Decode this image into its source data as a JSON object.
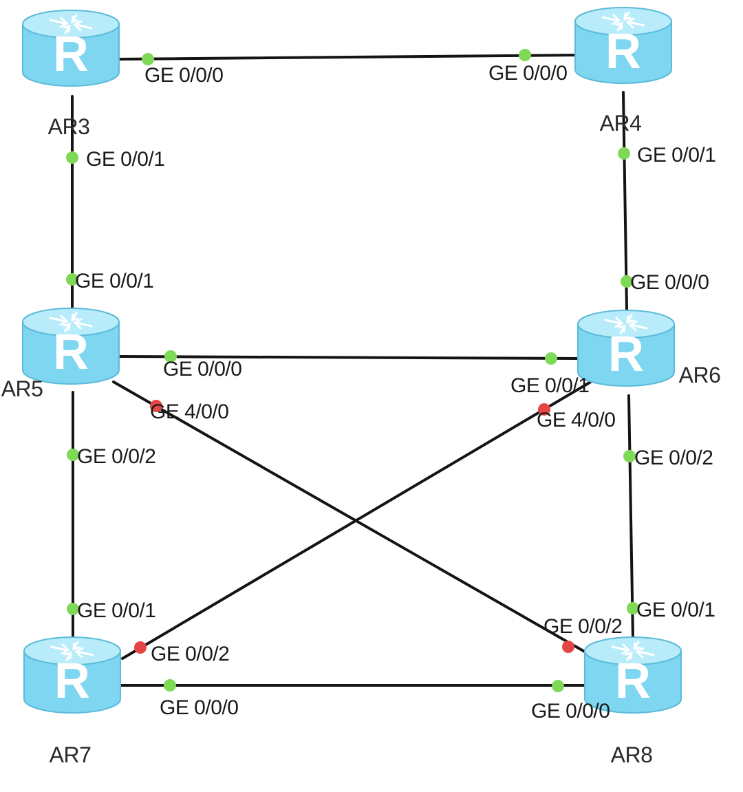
{
  "colors": {
    "link": "#141414",
    "port_up": "#7ed957",
    "port_down": "#e64545",
    "router_body": "#7fd6f0",
    "router_top": "#b9ecfb",
    "router_edge": "#5bbbd9",
    "label_text": "#1a1a1a"
  },
  "routers": [
    {
      "id": "AR3",
      "name": "AR3",
      "icon": "router-icon"
    },
    {
      "id": "AR4",
      "name": "AR4",
      "icon": "router-icon"
    },
    {
      "id": "AR5",
      "name": "AR5",
      "icon": "router-icon"
    },
    {
      "id": "AR6",
      "name": "AR6",
      "icon": "router-icon"
    },
    {
      "id": "AR7",
      "name": "AR7",
      "icon": "router-icon"
    },
    {
      "id": "AR8",
      "name": "AR8",
      "icon": "router-icon"
    }
  ],
  "links": [
    {
      "a": "AR3",
      "a_port": "GE 0/0/0",
      "a_status": "up",
      "b": "AR4",
      "b_port": "GE 0/0/0",
      "b_status": "up"
    },
    {
      "a": "AR3",
      "a_port": "GE 0/0/1",
      "a_status": "up",
      "b": "AR5",
      "b_port": "GE 0/0/1",
      "b_status": "up"
    },
    {
      "a": "AR4",
      "a_port": "GE 0/0/1",
      "a_status": "up",
      "b": "AR6",
      "b_port": "GE 0/0/0",
      "b_status": "up"
    },
    {
      "a": "AR5",
      "a_port": "GE 0/0/0",
      "a_status": "up",
      "b": "AR6",
      "b_port": "GE 0/0/1",
      "b_status": "up"
    },
    {
      "a": "AR5",
      "a_port": "GE 0/0/2",
      "a_status": "up",
      "b": "AR7",
      "b_port": "GE 0/0/1",
      "b_status": "up"
    },
    {
      "a": "AR6",
      "a_port": "GE 0/0/2",
      "a_status": "up",
      "b": "AR8",
      "b_port": "GE 0/0/1",
      "b_status": "up"
    },
    {
      "a": "AR5",
      "a_port": "GE 4/0/0",
      "a_status": "down",
      "b": "AR8",
      "b_port": "GE 0/0/2",
      "b_status": "down"
    },
    {
      "a": "AR6",
      "a_port": "GE 4/0/0",
      "a_status": "down",
      "b": "AR7",
      "b_port": "GE 0/0/2",
      "b_status": "down"
    },
    {
      "a": "AR7",
      "a_port": "GE 0/0/0",
      "a_status": "up",
      "b": "AR8",
      "b_port": "GE 0/0/0",
      "b_status": "up"
    }
  ]
}
